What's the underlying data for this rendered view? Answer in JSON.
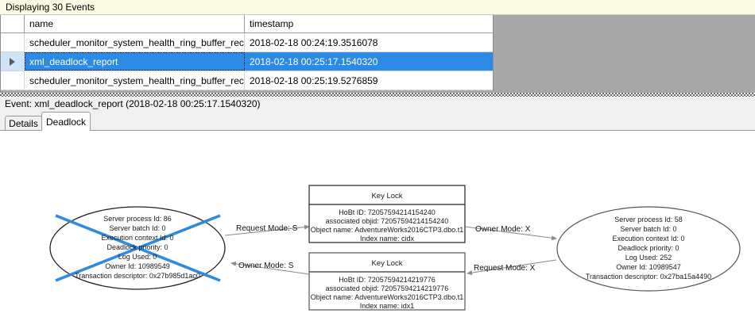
{
  "header": {
    "events_label": "Displaying 30 Events"
  },
  "grid": {
    "columns": [
      "name",
      "timestamp"
    ],
    "rows": [
      {
        "name": "scheduler_monitor_system_health_ring_buffer_recorded",
        "timestamp": "2018-02-18 00:24:19.3516078",
        "selected": false
      },
      {
        "name": "xml_deadlock_report",
        "timestamp": "2018-02-18 00:25:17.1540320",
        "selected": true
      },
      {
        "name": "scheduler_monitor_system_health_ring_buffer_recorded",
        "timestamp": "2018-02-18 00:25:19.5276859",
        "selected": false
      }
    ],
    "row_marker_icon": "play-triangle-icon"
  },
  "event_caption": "Event: xml_deadlock_report (2018-02-18 00:25:17.1540320)",
  "tabs": [
    {
      "label": "Details",
      "active": false
    },
    {
      "label": "Deadlock",
      "active": true
    }
  ],
  "deadlock_graph": {
    "victim_marker_color": "#2e8bdd",
    "process_left": {
      "is_victim": true,
      "lines": [
        "Server process Id: 86",
        "Server batch Id: 0",
        "Execution context Id: 0",
        "Deadlock priority: 0",
        "Log Used: 0",
        "Owner Id: 10989549",
        "Transaction descriptor: 0x27b985d1ac0"
      ]
    },
    "process_right": {
      "is_victim": false,
      "lines": [
        "Server process Id: 58",
        "Server batch Id: 0",
        "Execution context Id: 0",
        "Deadlock priority: 0",
        "Log Used: 252",
        "Owner Id: 10989547",
        "Transaction descriptor: 0x27ba15a4490"
      ]
    },
    "resource_top": {
      "title": "Key Lock",
      "lines": [
        "HoBt ID: 72057594214154240",
        "associated objid: 72057594214154240",
        "Object name: AdventureWorks2016CTP3.dbo.t1",
        "Index name: cidx"
      ]
    },
    "resource_bottom": {
      "title": "Key Lock",
      "lines": [
        "HoBt ID: 72057594214219776",
        "associated objid: 72057594214219776",
        "Object name: AdventureWorks2016CTP3.dbo.t1",
        "Index name: idx1"
      ]
    },
    "edges": [
      {
        "id": "left-request-top",
        "label": "Request Mode: S"
      },
      {
        "id": "top-owner-right",
        "label": "Owner Mode: X"
      },
      {
        "id": "bottom-owner-left",
        "label": "Owner Mode: S"
      },
      {
        "id": "right-request-bottom",
        "label": "Request Mode: X"
      }
    ]
  }
}
